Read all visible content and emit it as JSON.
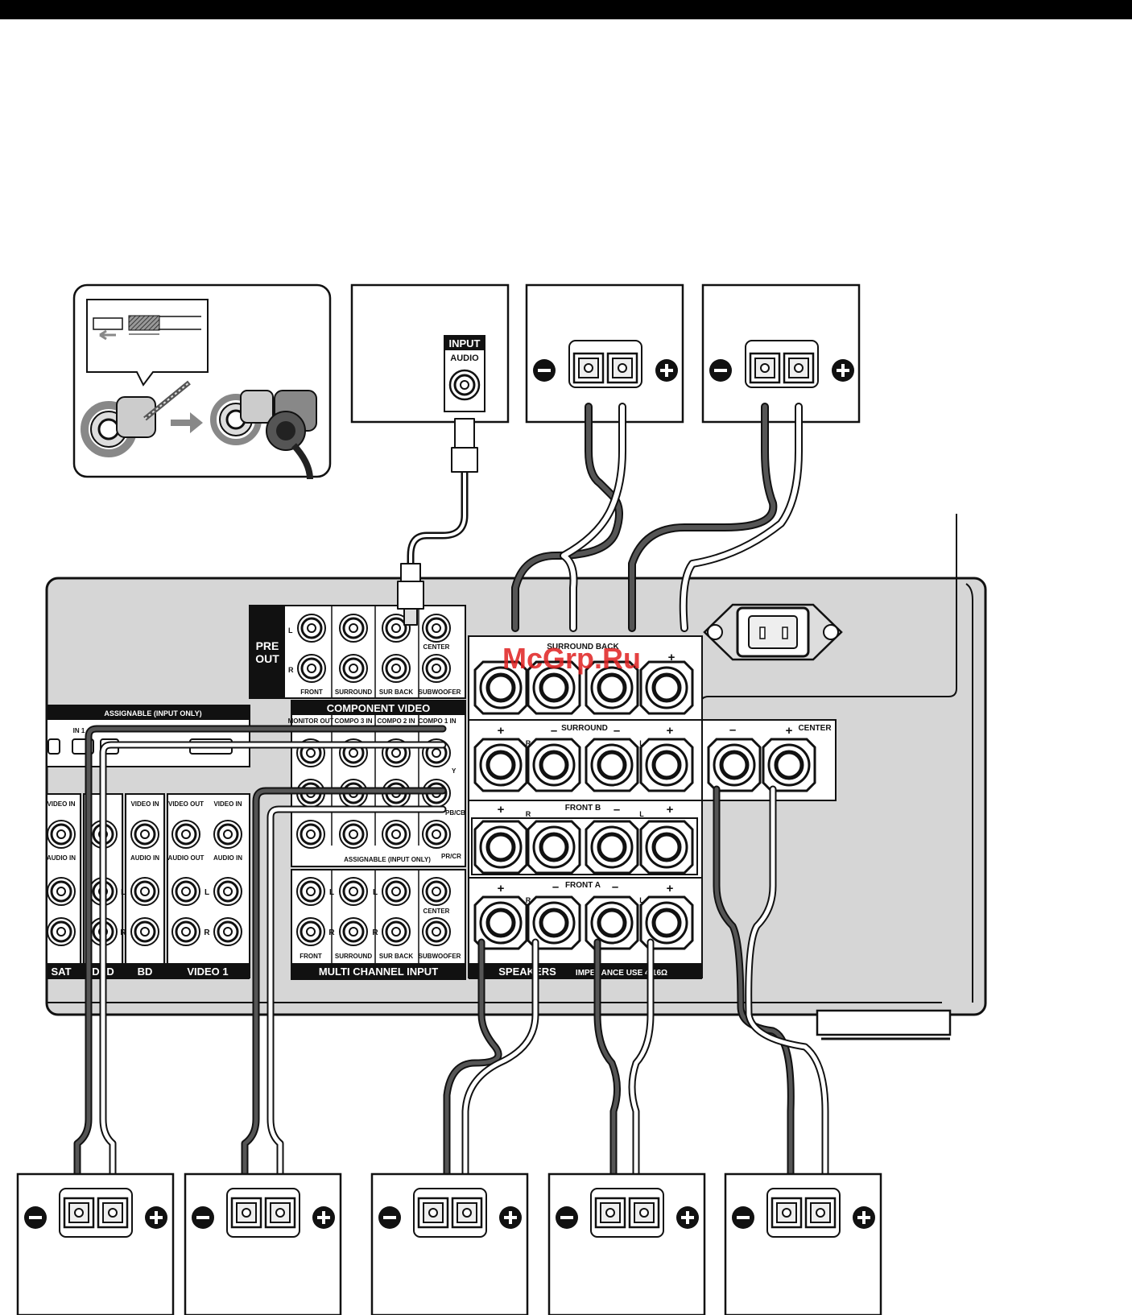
{
  "watermark": "McGrp.Ru",
  "speaker_boxes": {
    "input_label": "INPUT",
    "audio_label": "AUDIO"
  },
  "receiver": {
    "pre_out": {
      "title_line1": "PRE",
      "title_line2": "OUT",
      "ch_l": "L",
      "ch_r": "R",
      "front": "FRONT",
      "surround": "SURROUND",
      "sur_back": "SUR BACK",
      "center": "CENTER",
      "subwoofer": "SUBWOOFER"
    },
    "assignable_top": "ASSIGNABLE (INPUT ONLY)",
    "in1": "IN 1",
    "component_video": {
      "title": "COMPONENT VIDEO",
      "monitor_out": "MONITOR OUT",
      "compo3_in": "COMPO 3 IN",
      "compo2_in": "COMPO 2 IN",
      "compo1_in": "COMPO 1 IN",
      "y": "Y",
      "pb": "PB/CB",
      "pr": "PR/CR",
      "assignable": "ASSIGNABLE (INPUT ONLY)"
    },
    "video_audio": {
      "video_in": "VIDEO IN",
      "video_out": "VIDEO OUT",
      "audio_in": "AUDIO IN",
      "audio_out": "AUDIO OUT",
      "l": "L",
      "r": "R",
      "sat": "SAT",
      "dvd": "DVD",
      "bd": "BD",
      "video1": "VIDEO 1"
    },
    "multi_channel": {
      "l": "L",
      "r": "R",
      "front": "FRONT",
      "surround": "SURROUND",
      "sur_back": "SUR BACK",
      "subwoofer": "SUBWOOFER",
      "center": "CENTER",
      "title": "MULTI CHANNEL INPUT"
    },
    "speakers": {
      "surround_back": "SURROUND BACK",
      "surround": "SURROUND",
      "front_b": "FRONT B",
      "front_a": "FRONT A",
      "center": "CENTER",
      "plus": "+",
      "minus": "–",
      "r": "R",
      "l": "L",
      "title": "SPEAKERS",
      "impedance": "IMPEDANCE USE 4-16Ω"
    }
  },
  "colors": {
    "panel": "#d6d6d6",
    "line": "#1a1a1a",
    "cable_dark": "#333333",
    "cable_light": "#ffffff",
    "accent_watermark": "#e02020"
  }
}
